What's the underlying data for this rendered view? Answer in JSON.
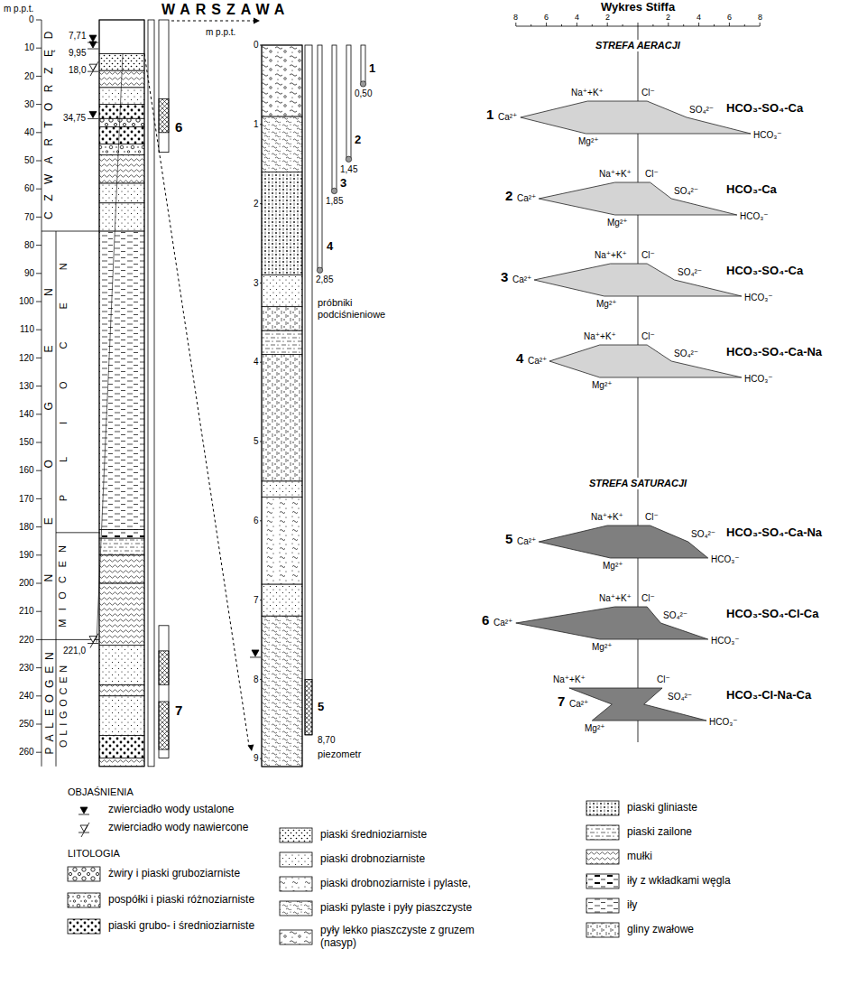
{
  "diagram": {
    "title": "WARSZAWA",
    "labels": [
      "m p.p.t.",
      "0",
      "10",
      "20",
      "30",
      "40",
      "50",
      "60",
      "70",
      "80",
      "90",
      "100",
      "110",
      "120",
      "130",
      "140",
      "150",
      "160",
      "170",
      "180",
      "190",
      "200",
      "210",
      "220",
      "230",
      "240",
      "250",
      "260",
      "CZWARTORZĘD",
      "NEOGEN",
      "PLIOCEN",
      "MIOCEN",
      "PALEOGEN",
      "OLIGOCEN",
      "7,71",
      "9,95",
      "18,0",
      "34,75",
      "221,0",
      "6",
      "7",
      "m p.p.t.",
      "0",
      "1",
      "2",
      "3",
      "4",
      "5",
      "6",
      "7",
      "8",
      "9",
      "1",
      "0,50",
      "2",
      "1,45",
      "1,85",
      "3",
      "4",
      "2,85",
      "próbniki podciśnieniowe",
      "5",
      "8,70",
      "piezometr",
      "Wykres Stiffa",
      "8",
      "6",
      "4",
      "2",
      "2",
      "4",
      "6",
      "8",
      "STREFA AERACJI",
      "STREFA SATURACJI",
      "1",
      "Na⁺+K⁺",
      "Ca²⁺",
      "Mg²⁺",
      "Cl⁻",
      "SO₄²⁻",
      "HCO₃⁻",
      "HCO₃-SO₄-Ca",
      "2",
      "Na⁺+K⁺",
      "Ca²⁺",
      "Mg²⁺",
      "Cl⁻",
      "SO₄²⁻",
      "HCO₃⁻",
      "HCO₃-Ca",
      "3",
      "Na⁺+K⁺",
      "Ca²⁺",
      "Mg²⁺",
      "Cl⁻",
      "SO₄²⁻",
      "HCO₃⁻",
      "HCO₃-SO₄-Ca",
      "4",
      "Na⁺+K⁺",
      "Ca²⁺",
      "Mg²⁺",
      "Cl⁻",
      "SO₄²⁻",
      "HCO₃⁻",
      "HCO₃-SO₄-Ca-Na",
      "5",
      "Na⁺+K⁺",
      "Ca²⁺",
      "Mg²⁺",
      "Cl⁻",
      "SO₄²⁻",
      "HCO₃⁻",
      "HCO₃-SO₄-Ca-Na",
      "6",
      "Na⁺+K⁺",
      "Ca²⁺",
      "Mg²⁺",
      "Cl⁻",
      "SO₄²⁻",
      "HCO₃⁻",
      "HCO₃-SO₄-Cl-Ca",
      "7",
      "Na⁺+K⁺",
      "Ca²⁺",
      "Mg²⁺",
      "Cl⁻",
      "SO₄²⁻",
      "HCO₃⁻",
      "HCO₃-Cl-Na-Ca",
      "OBJAŚNIENIA",
      "LITOLOGIA"
    ],
    "legend": [
      {
        "text": "zwierciadło wody ustalone"
      },
      {
        "text": "zwierciadło wody nawiercone"
      },
      {
        "text": "żwiry i piaski gruboziarniste"
      },
      {
        "text": "pospółki i piaski różnoziarniste"
      },
      {
        "text": "piaski grubo- i średnioziarniste"
      },
      {
        "text": "piaski średnioziarniste"
      },
      {
        "text": "piaski drobnoziarniste"
      },
      {
        "text": "piaski drobnoziarniste i pylaste,"
      },
      {
        "text": "piaski pylaste i pyły piaszczyste"
      },
      {
        "text": "pyły lekko piaszczyste z gruzem (nasyp)"
      },
      {
        "text": "piaski gliniaste"
      },
      {
        "text": "piaski zailone"
      },
      {
        "text": "mułki"
      },
      {
        "text": "iły z wkładkami węgla"
      },
      {
        "text": "iły"
      },
      {
        "text": "gliny zwałowe"
      }
    ]
  }
}
